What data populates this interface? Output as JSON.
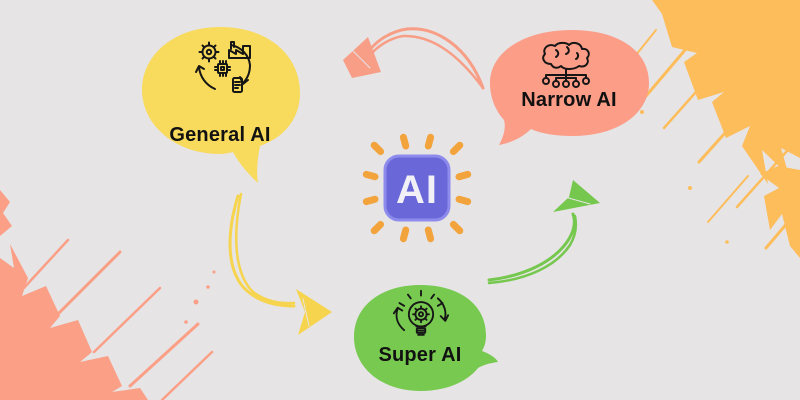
{
  "colors": {
    "background": "#e6e4e5",
    "bubble_yellow": "#f8db5c",
    "bubble_salmon": "#fc9d88",
    "bubble_green": "#77c94f",
    "corner_orange": "#fdbd5b",
    "corner_salmon": "#fb9f86",
    "chip_purple": "#6a68d8",
    "chip_border": "#8d8bec",
    "chip_text": "#f1f0f6",
    "ray_orange": "#f2a33c",
    "arrow_salmon": "#f89e86",
    "arrow_yellow": "#f6d44e",
    "arrow_green": "#75c84d",
    "icon_stroke": "#161616",
    "label_text": "#111111"
  },
  "diagram": {
    "center_chip": {
      "label": "AI"
    },
    "nodes": [
      {
        "id": "general-ai",
        "label": "General AI",
        "icon": "automation-cycle-icon"
      },
      {
        "id": "narrow-ai",
        "label": "Narrow AI",
        "icon": "brain-network-icon"
      },
      {
        "id": "super-ai",
        "label": "Super AI",
        "icon": "bulb-gear-cycle-icon"
      }
    ],
    "arrows": [
      {
        "id": "top-arrow",
        "style": "hand-drawn sketch",
        "points_to": "general-ai"
      },
      {
        "id": "left-arrow",
        "style": "hand-drawn sketch",
        "points_to": "super-ai"
      },
      {
        "id": "right-arrow",
        "style": "hand-drawn sketch",
        "points_to": "narrow-ai"
      }
    ]
  }
}
